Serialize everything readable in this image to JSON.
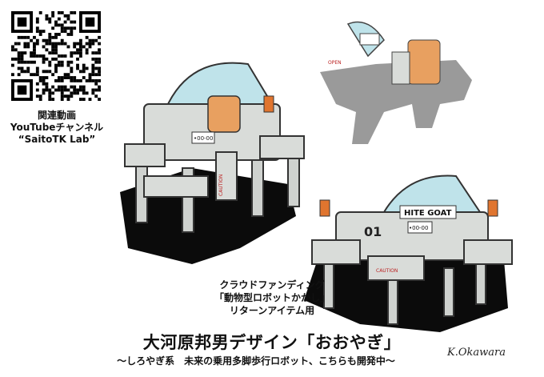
{
  "sidebar": {
    "line1": "関連動画",
    "line2": "YouTubeチャンネル",
    "line3": "“SaitoTK Lab”"
  },
  "caption": {
    "line1": "クラウドファンディング",
    "line2": "「動物型ロボットかかし」",
    "line3": "リターンアイテム用",
    "title": "大河原邦男デザイン「おおやぎ」",
    "subtitle": "〜しろやぎ系　未来の乗用多脚歩行ロボット、こちらも開発中〜"
  },
  "artwork": {
    "nameplate": "HITE GOAT",
    "plate_number": "•00-00",
    "side_number": "01",
    "open_label": "OPEN",
    "caution_label": "CAUTION",
    "signature": "K.Okawara"
  },
  "colors": {
    "body": "#d9dcd9",
    "canopy": "#bfe3ea",
    "seat": "#e8a060",
    "lamp": "#e0752f",
    "shadow": "#0b0b0b",
    "ghost": "#9a9a9a"
  }
}
